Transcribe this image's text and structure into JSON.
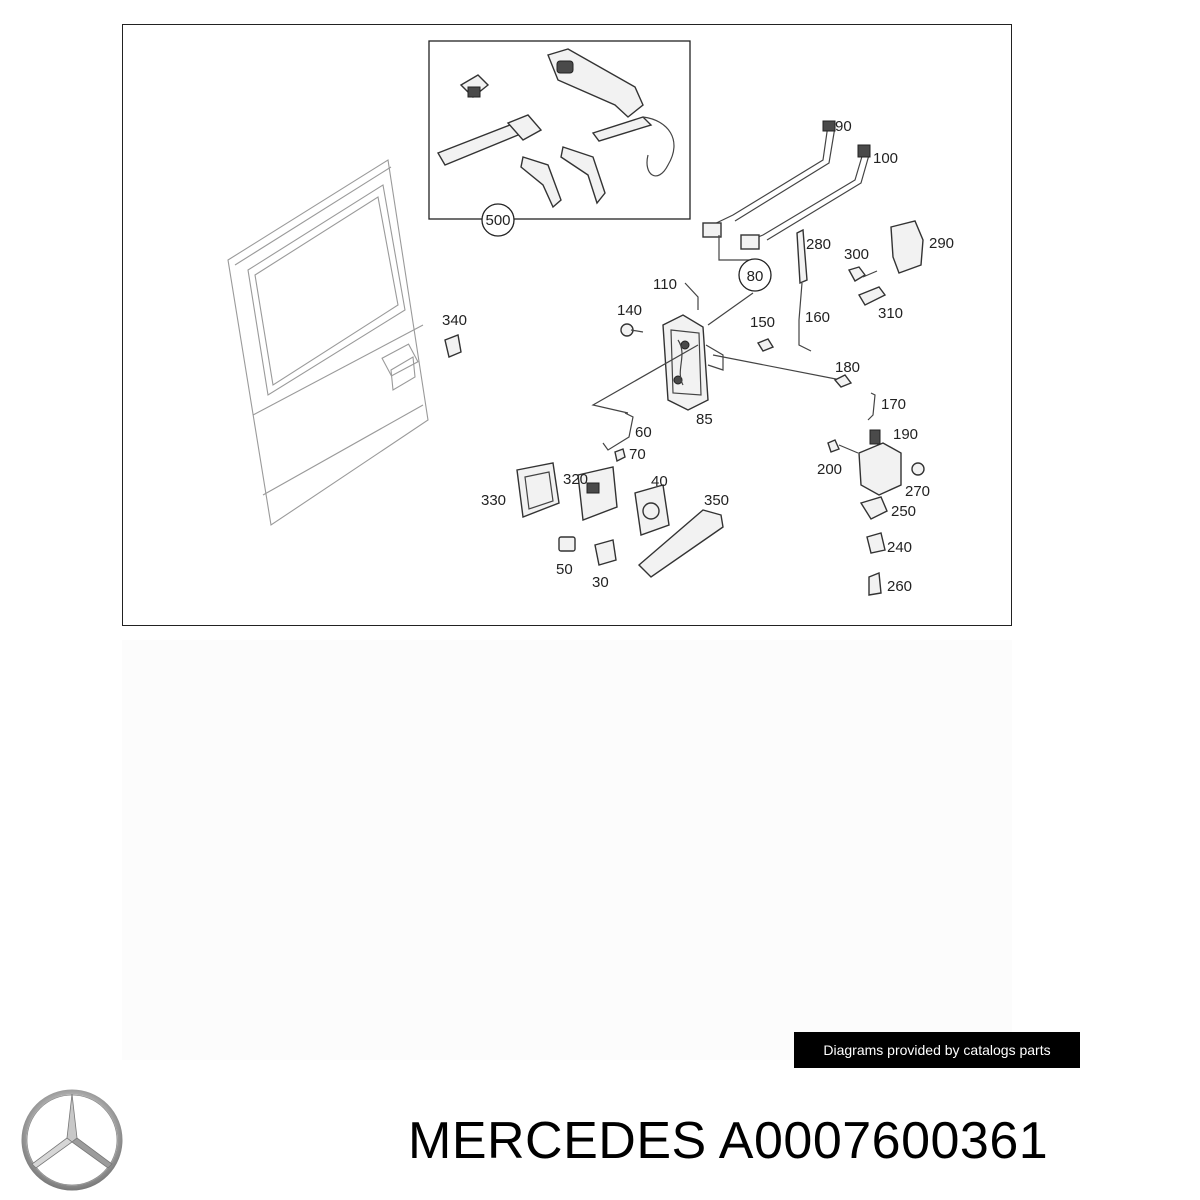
{
  "diagram": {
    "callouts": {
      "c500": "500",
      "c90": "90",
      "c100": "100",
      "c280": "280",
      "c290": "290",
      "c300": "300",
      "c80": "80",
      "c110": "110",
      "c310": "310",
      "c140": "140",
      "c150": "150",
      "c160": "160",
      "c340": "340",
      "c180": "180",
      "c170": "170",
      "c85": "85",
      "c60": "60",
      "c190": "190",
      "c70": "70",
      "c200": "200",
      "c40": "40",
      "c270": "270",
      "c320": "320",
      "c330": "330",
      "c350": "350",
      "c250": "250",
      "c240": "240",
      "c50": "50",
      "c30": "30",
      "c260": "260"
    }
  },
  "credit": {
    "text": "Diagrams provided by catalogs parts"
  },
  "footer": {
    "brand": "MERCEDES",
    "part_number": "A0007600361"
  },
  "logo": {
    "icon": "three-pointed-star-icon"
  }
}
